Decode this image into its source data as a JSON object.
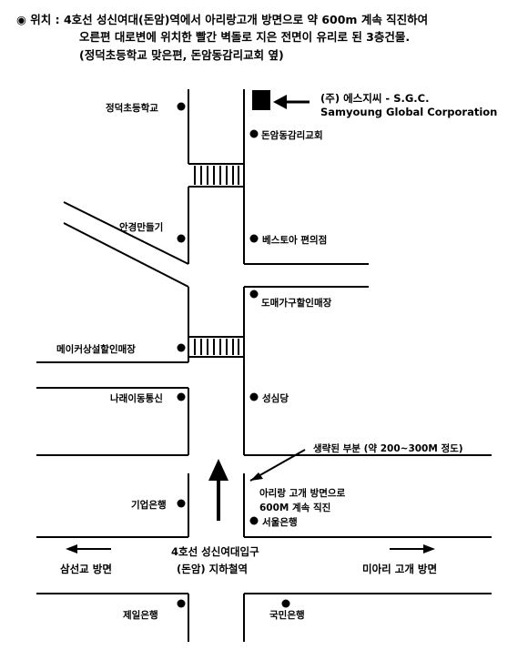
{
  "header": {
    "line1": "◉ 위치 : 4호선 성신여대(돈암)역에서 아리랑고개 방면으로 약 600m 계속 직진하여",
    "line2": "오른편 대로변에 위치한 빨간 벽돌로 지은 전면이 유리로 된 3층건물.",
    "line3": "(정덕초등학교 맞은편, 돈암동감리교회 옆)"
  },
  "company": {
    "name_ko": "(주) 에스지씨 - S.G.C.",
    "name_en": "Samyoung Global Corporation"
  },
  "landmarks": {
    "jeongdeok_school": "정덕초등학교",
    "donam_church": "돈암동감리교회",
    "glasses_shop": "안경만들기",
    "convenience_store": "베스토아 편의점",
    "wholesale_furniture": "도매가구할인매장",
    "makeup_shop": "메이커상설할인매장",
    "naraeidong": "나래이동통신",
    "seongsimdang": "성심당",
    "ibk_bank": "기업은행",
    "seoul_bank": "서울은행",
    "jeil_bank": "제일은행",
    "kookmin_bank": "국민은행"
  },
  "notes": {
    "omitted": "생략된 부분 (약 200~300M 정도)",
    "direction_line1": "아리랑 고개 방면으로",
    "direction_line2": "600M 계속 직진"
  },
  "station": {
    "line1": "4호선 성신여대입구",
    "line2": "(돈암) 지하철역"
  },
  "directions": {
    "left": "삼선교 방면",
    "right": "미아리 고개 방면"
  }
}
